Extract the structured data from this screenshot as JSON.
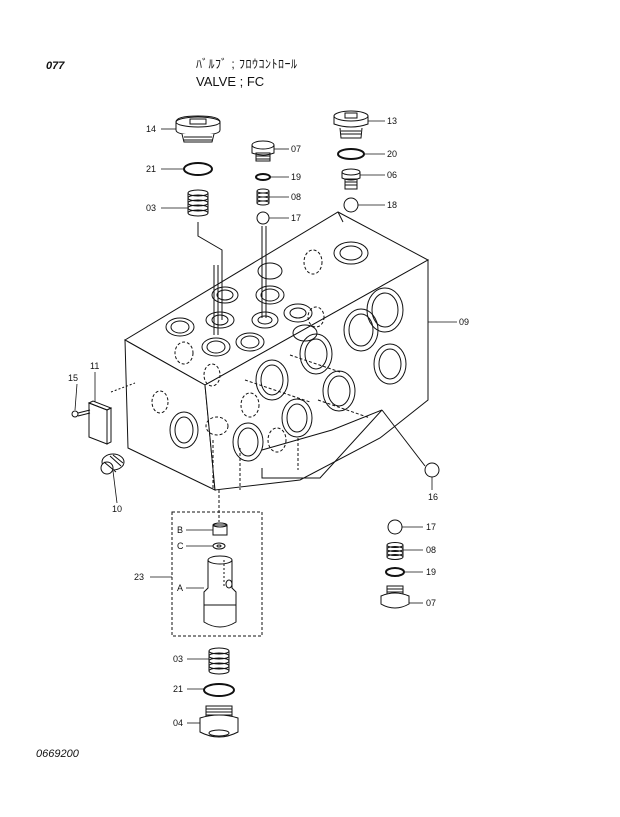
{
  "header": {
    "page_number": "077",
    "title_jp": "ﾊﾞﾙﾌﾞ ; ﾌﾛｳｺﾝﾄﾛｰﾙ",
    "title_en": "VALVE ; FC"
  },
  "footer": {
    "drawing_number": "0669200"
  },
  "callouts": {
    "p14": "14",
    "p21_top": "21",
    "p03_top": "03",
    "p07_top": "07",
    "p19_top": "19",
    "p08_top": "08",
    "p17_top": "17",
    "p13": "13",
    "p20": "20",
    "p06": "06",
    "p18": "18",
    "p09": "09",
    "p11": "11",
    "p15": "15",
    "p10": "10",
    "p16": "16",
    "p17_bot": "17",
    "p08_bot": "08",
    "p19_bot": "19",
    "p07_bot": "07",
    "p23": "23",
    "pB": "B",
    "pC": "C",
    "pA": "A",
    "p03_bot": "03",
    "p21_bot": "21",
    "p04": "04"
  }
}
